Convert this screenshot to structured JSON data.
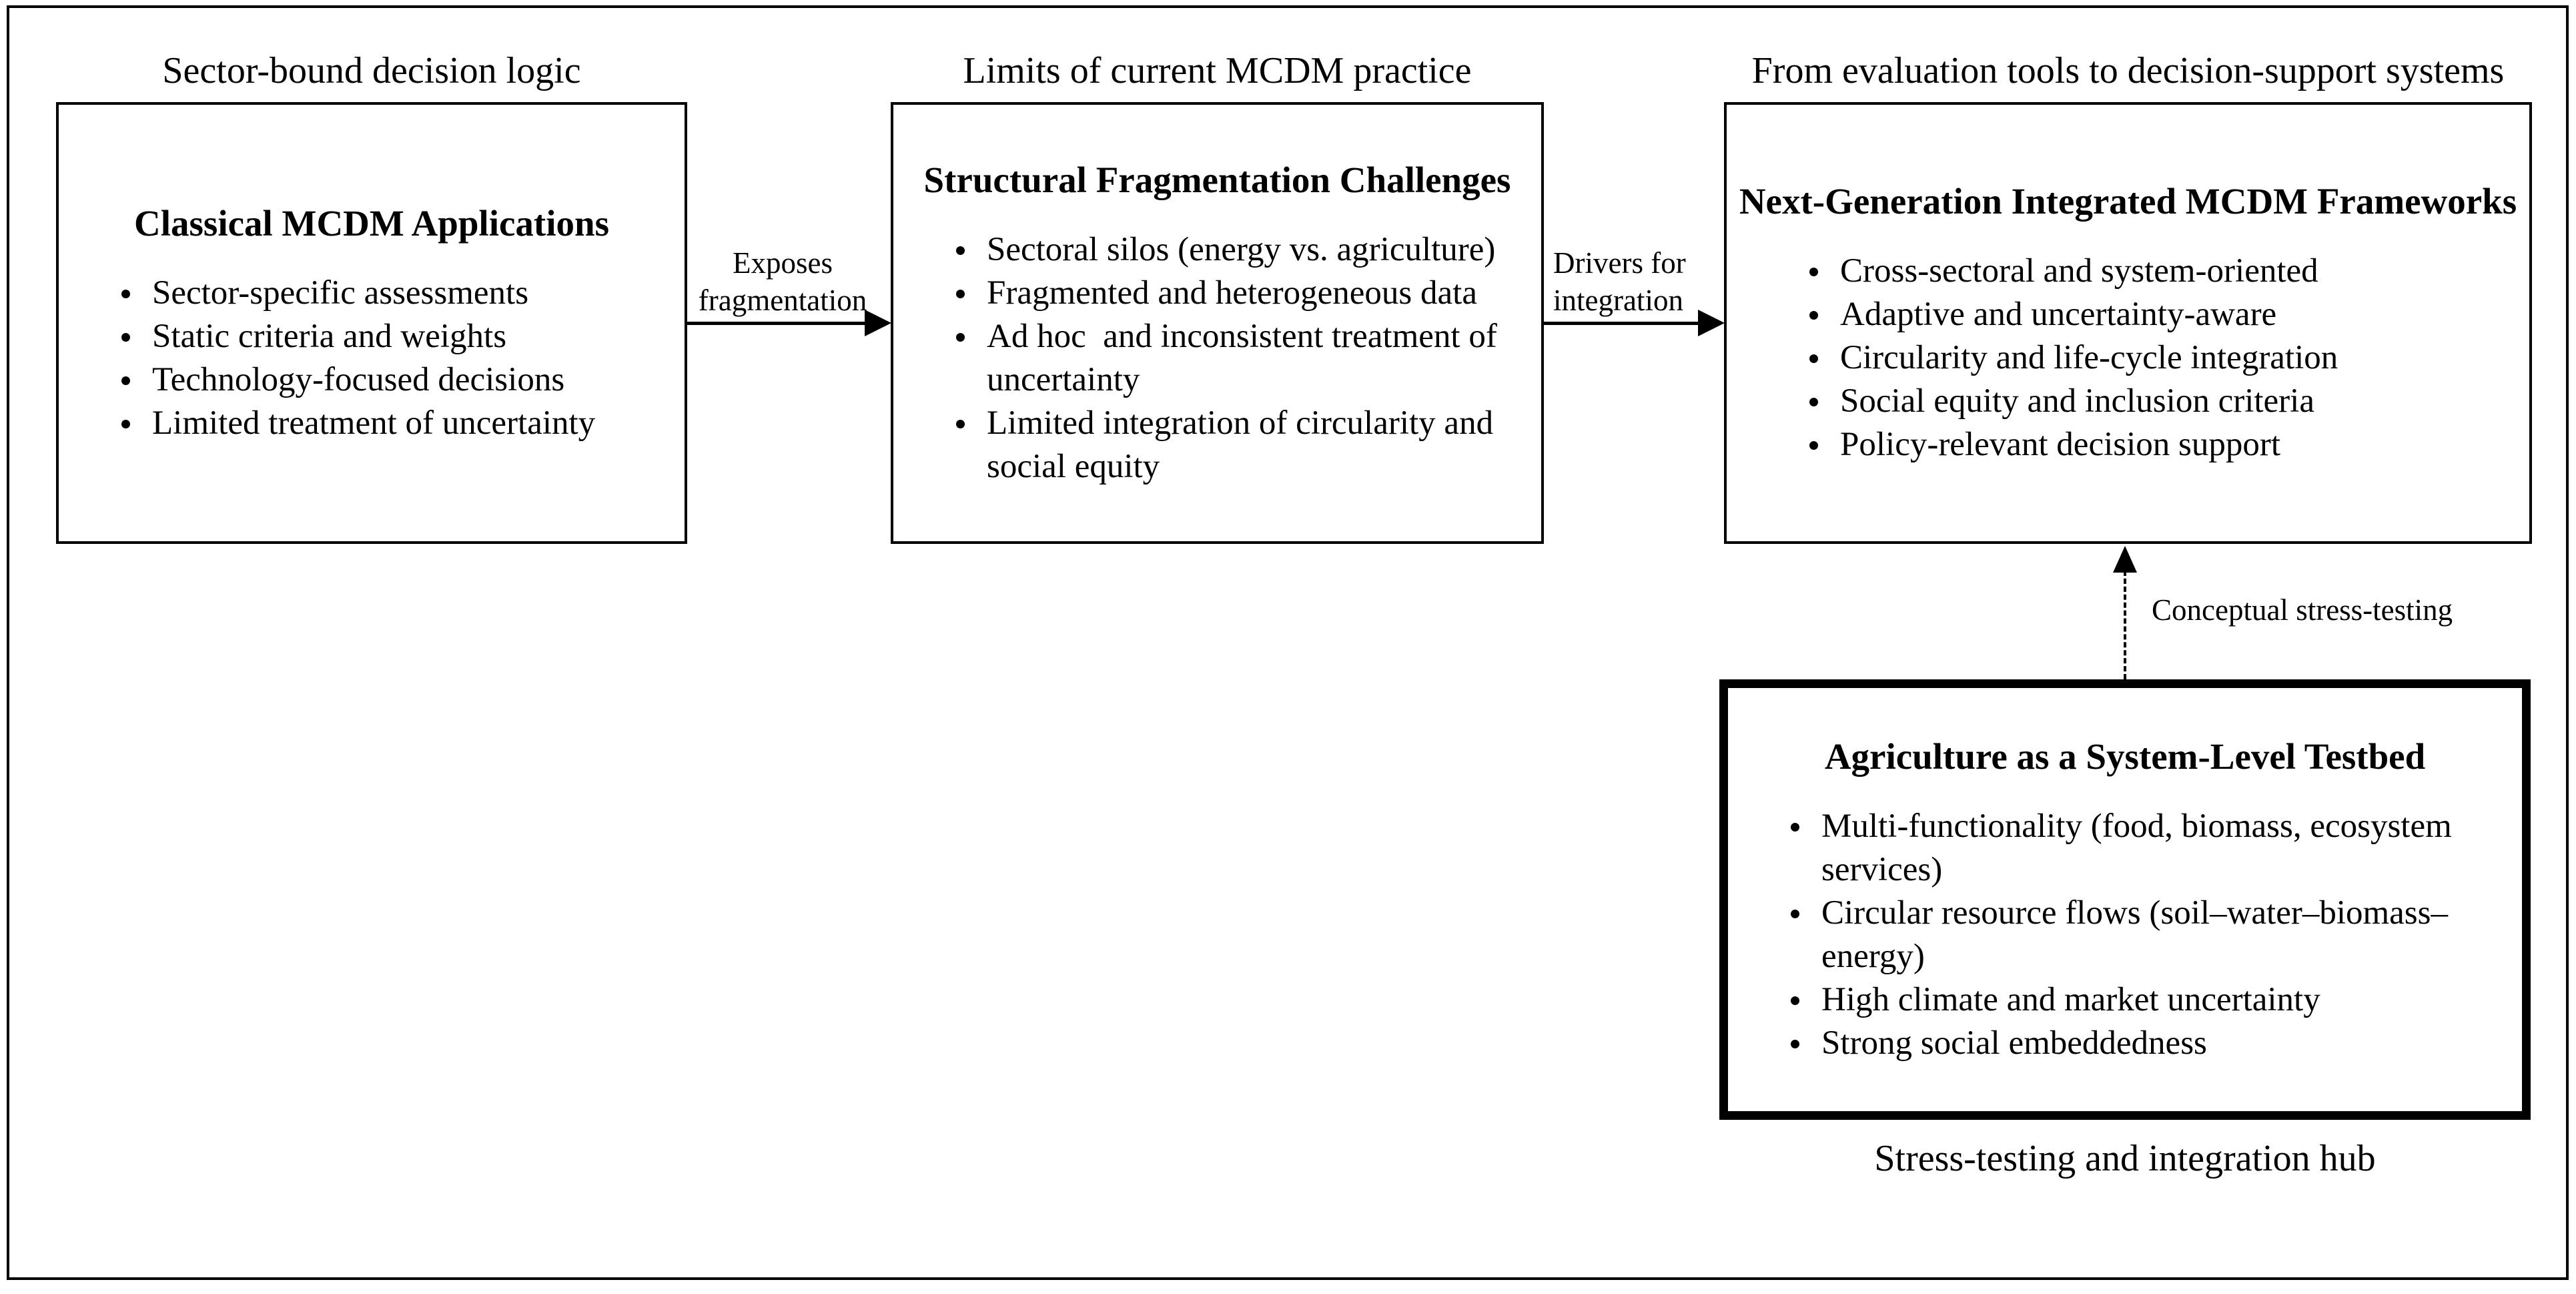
{
  "headers": {
    "col1": "Sector-bound decision logic",
    "col2": "Limits of current MCDM practice",
    "col3": "From evaluation tools to decision-support systems"
  },
  "boxes": {
    "classical": {
      "title": "Classical MCDM Applications",
      "bullets": [
        "Sector-specific assessments",
        "Static criteria and weights",
        "Technology-focused decisions",
        "Limited treatment of uncertainty"
      ]
    },
    "structural": {
      "title": "Structural Fragmentation Challenges",
      "bullets": [
        "Sectoral silos (energy vs. agriculture)",
        "Fragmented and heterogeneous data",
        "Ad hoc  and inconsistent treatment of\nuncertainty",
        "Limited integration of circularity and\nsocial equity"
      ]
    },
    "nextgen": {
      "title": "Next-Generation Integrated MCDM Frameworks",
      "bullets": [
        "Cross-sectoral and system-oriented",
        "Adaptive and uncertainty-aware",
        "Circularity and life-cycle integration",
        "Social equity and inclusion criteria",
        "Policy-relevant decision support"
      ]
    },
    "agriculture": {
      "title": "Agriculture as a System-Level Testbed",
      "bullets": [
        "Multi-functionality (food, biomass, ecosystem\nservices)",
        "Circular resource flows (soil–water–biomass–\nenergy)",
        "High climate and market uncertainty",
        "Strong social embeddedness"
      ]
    }
  },
  "connectors": {
    "exposes": {
      "line1": "Exposes",
      "line2": "fragmentation"
    },
    "drivers": {
      "line1": "Drivers for",
      "line2": "integration"
    },
    "conceptual": {
      "label": "Conceptual stress-testing"
    }
  },
  "caption": {
    "text": "Stress-testing and integration hub"
  },
  "colors": {
    "ink": "#000000",
    "background": "#ffffff"
  }
}
